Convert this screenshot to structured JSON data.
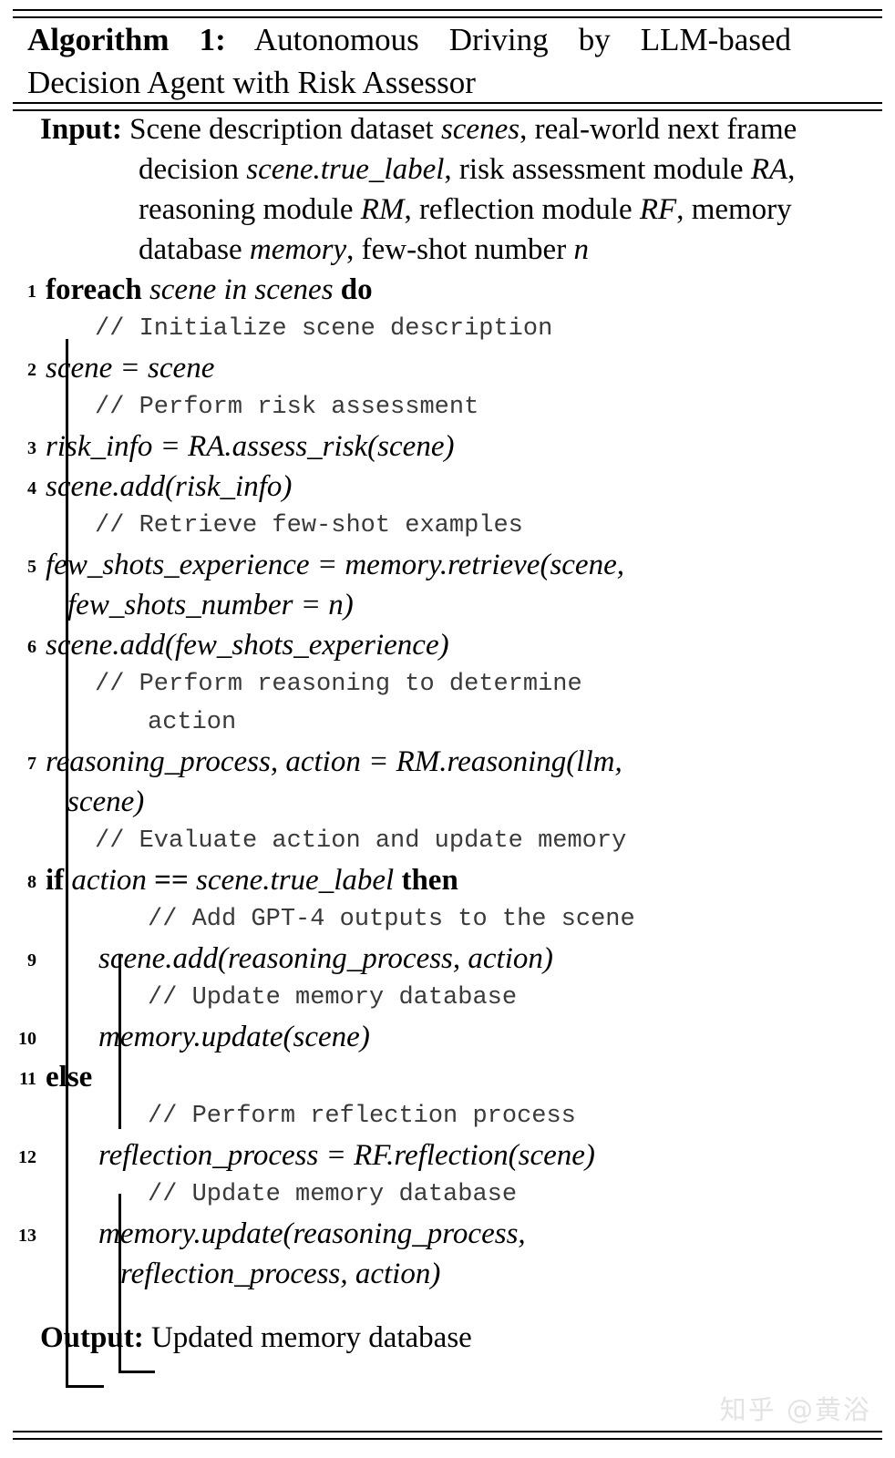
{
  "algorithm": {
    "label": "Algorithm 1:",
    "title": "Autonomous Driving by LLM-based Decision Agent with Risk Assessor",
    "title_line1": "Autonomous Driving by LLM-based",
    "title_line2": "Decision Agent with Risk Assessor",
    "input_label": "Input:",
    "output_label": "Output:",
    "input_text": "Scene description dataset scenes, real-world next frame decision scene.true_label, risk assessment module RA, reasoning module RM, reflection module RF, memory database memory, few-shot number n",
    "input_lines": [
      "Scene description dataset scenes, real-world",
      "next frame decision scene.true_label, risk",
      "assessment module RA, reasoning module RM,",
      "reflection module RF, memory database",
      "memory, few-shot number n"
    ],
    "output_text": "Updated memory database",
    "line_numbers": [
      "1",
      "2",
      "3",
      "4",
      "5",
      "6",
      "7",
      "8",
      "9",
      "10",
      "11",
      "12",
      "13"
    ],
    "steps": [
      {
        "n": "1",
        "kind": "control",
        "code": "foreach scene in scenes do"
      },
      {
        "n": "",
        "kind": "comment",
        "code": "// Initialize scene description"
      },
      {
        "n": "2",
        "kind": "stmt",
        "code": "scene = scene"
      },
      {
        "n": "",
        "kind": "comment",
        "code": "// Perform risk assessment"
      },
      {
        "n": "3",
        "kind": "stmt",
        "code": "risk_info = RA.assess_risk(scene)"
      },
      {
        "n": "4",
        "kind": "stmt",
        "code": "scene.add(risk_info)"
      },
      {
        "n": "",
        "kind": "comment",
        "code": "// Retrieve few-shot examples"
      },
      {
        "n": "5",
        "kind": "stmt",
        "code": "few_shots_experience = memory.retrieve(scene, few_shots_number = n)"
      },
      {
        "n": "6",
        "kind": "stmt",
        "code": "scene.add(few_shots_experience)"
      },
      {
        "n": "",
        "kind": "comment",
        "code": "// Perform reasoning to determine action"
      },
      {
        "n": "7",
        "kind": "stmt",
        "code": "reasoning_process, action = RM.reasoning(llm, scene)"
      },
      {
        "n": "",
        "kind": "comment",
        "code": "// Evaluate action and update memory"
      },
      {
        "n": "8",
        "kind": "control",
        "code": "if action == scene.true_label then"
      },
      {
        "n": "",
        "kind": "comment",
        "code": "// Add GPT-4 outputs to the scene"
      },
      {
        "n": "9",
        "kind": "stmt",
        "code": "scene.add(reasoning_process, action)"
      },
      {
        "n": "",
        "kind": "comment",
        "code": "// Update memory database"
      },
      {
        "n": "10",
        "kind": "stmt",
        "code": "memory.update(scene)"
      },
      {
        "n": "11",
        "kind": "control",
        "code": "else"
      },
      {
        "n": "",
        "kind": "comment",
        "code": "// Perform reflection process"
      },
      {
        "n": "12",
        "kind": "stmt",
        "code": "reflection_process = RF.reflection(scene)"
      },
      {
        "n": "",
        "kind": "comment",
        "code": "// Update memory database"
      },
      {
        "n": "13",
        "kind": "stmt",
        "code": "memory.update(reasoning_process, reflection_process, action)"
      }
    ],
    "tokens": {
      "foreach": "foreach",
      "do": "do",
      "if": "if",
      "then": "then",
      "else": "else",
      "scene": "scene",
      "in": "in",
      "scenes": "scenes",
      "assign": "=",
      "eq": "==",
      "comment_initialize": "// Initialize scene description",
      "comment_risk": "// Perform risk assessment",
      "comment_retrieve": "// Retrieve few-shot examples",
      "comment_reasoning_a": "// Perform reasoning to determine",
      "comment_reasoning_b": "action",
      "comment_evaluate": "// Evaluate action and update memory",
      "comment_gpt4": "// Add GPT-4 outputs to the scene",
      "comment_update_mem": "// Update memory database",
      "comment_reflection": "// Perform reflection process",
      "s2": "scene = scene",
      "s3": "risk_info = RA.assess_risk(scene)",
      "s4": "scene.add(risk_info)",
      "s5a": "few_shots_experience = memory.retrieve(scene,",
      "s5b": "few_shots_number = n)",
      "s6": "scene.add(few_shots_experience)",
      "s7a": "reasoning_process, action = RM.reasoning(llm,",
      "s7b": "scene)",
      "s8a": "action",
      "s8b": "scene.true_label",
      "s9": "scene.add(reasoning_process, action)",
      "s10": "memory.update(scene)",
      "s12": "reflection_process = RF.reflection(scene)",
      "s13a": "memory.update(reasoning_process,",
      "s13b": "reflection_process, action)",
      "i1a": "Scene description dataset",
      "i1b": "scenes",
      "i1c": ", real-world",
      "i2a": "next frame decision",
      "i2b": "scene.true_label",
      "i2c": ", risk",
      "i3a": "assessment module",
      "i3b": "RA",
      "i3c": ", reasoning module",
      "i3d": "RM",
      "i3e": ",",
      "i4a": "reflection module",
      "i4b": "RF",
      "i4c": ", memory database",
      "i5a": "memory",
      "i5b": ", few-shot number",
      "i5c": "n"
    }
  },
  "watermark": {
    "text": "知乎 @黄浴"
  }
}
